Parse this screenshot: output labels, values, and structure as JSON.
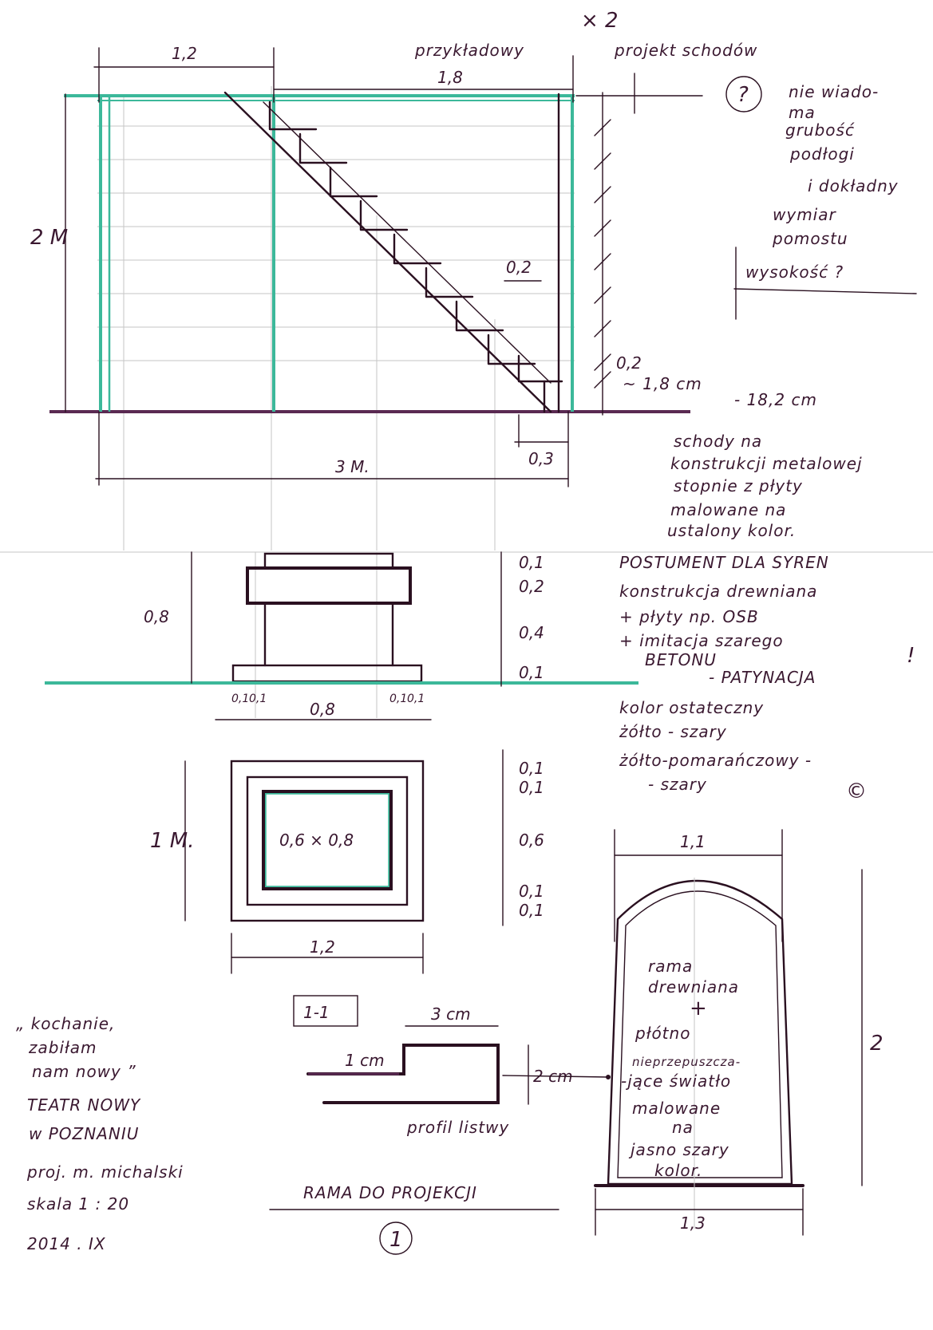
{
  "staircase": {
    "top_note": "× 2",
    "dim_left_top": "1,2",
    "dim_right_top": "1,8",
    "header_left": "przykładowy",
    "header_right": "projekt schodów",
    "height": "2 M",
    "width": "3 M.",
    "step_width": "0,2",
    "step_height": "0,2",
    "approx": "~ 1,8 cm",
    "approx2": "- 18,2 cm",
    "base": "0,3"
  },
  "question_note": {
    "symbol": "?",
    "lines": [
      "nie wiado-",
      "ma",
      "grubość",
      "podłogi",
      "i dokładny",
      "wymiar",
      "pomostu",
      "wysokość ?"
    ]
  },
  "stairs_note": {
    "lines": [
      "schody na",
      "konstrukcji metalowej",
      "stopnie z płyty",
      "malowane na",
      "ustalony kolor."
    ]
  },
  "pedestal": {
    "height_total": "0,8",
    "dims_right": [
      "0,1",
      "0,2",
      "0,4",
      "0,1"
    ],
    "dims_bottom_small": [
      "0,1",
      "0,1",
      "0,1",
      "0,1"
    ],
    "dim_bottom_main": "0,8"
  },
  "pedestal_note": {
    "lines": [
      "POSTUMENT DLA SYREN",
      "konstrukcja drewniana",
      "+ płyty np. OSB",
      "+ imitacja szarego",
      "BETONU",
      "- PATYNACJA",
      "!",
      "kolor ostateczny",
      "żółto - szary",
      "żółto-pomarańczowy -",
      "- szary",
      "©"
    ]
  },
  "plan": {
    "height": "1 M.",
    "inner": "0,6 × 0,8",
    "dims_right": [
      "0,1",
      "0,1",
      "0,6",
      "0,1",
      "0,1"
    ],
    "width": "1,2"
  },
  "profile": {
    "section": "1-1",
    "top": "3 cm",
    "left": "1 cm",
    "right": "2 cm",
    "caption": "profil listwy"
  },
  "frame": {
    "top": "1,1",
    "bottom": "1,3",
    "height": "2",
    "lines": [
      "rama",
      "drewniana",
      "+",
      "płótno",
      "nieprzepuszcza-",
      "-jące światło",
      "malowane",
      "na",
      "jasno szary",
      "kolor."
    ]
  },
  "frame_caption": "RAMA DO PROJEKCJI",
  "sheet_number": "1",
  "credits": {
    "lines": [
      "„ kochanie,",
      "zabiłam",
      "nam nowy ”",
      "TEATR NOWY",
      "w POZNANIU",
      "proj. m. michalski",
      "skala 1 : 20",
      "2014 . IX"
    ]
  }
}
